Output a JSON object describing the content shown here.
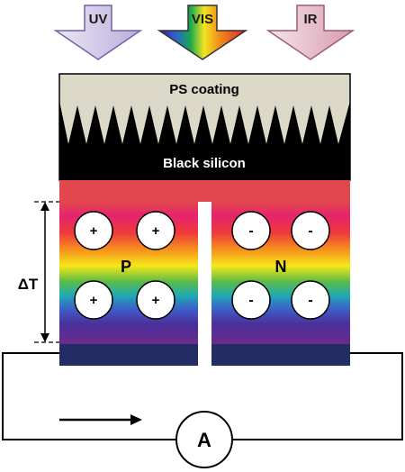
{
  "arrows": [
    {
      "label": "UV",
      "fill": "#c9bedf"
    },
    {
      "label": "VIS",
      "fill": "spectrum"
    },
    {
      "label": "IR",
      "fill": "#e2b8c6"
    }
  ],
  "layers": {
    "coating_label": "PS coating",
    "silicon_label": "Black silicon"
  },
  "legs": {
    "p_label": "P",
    "n_label": "N",
    "p_charges": [
      "+",
      "+",
      "+",
      "+"
    ],
    "n_charges": [
      "-",
      "-",
      "-",
      "-"
    ]
  },
  "delta_t_label": "ΔT",
  "ammeter_label": "A",
  "colors": {
    "coating": "#dcd9c9",
    "black_silicon": "#000000",
    "base_bar": "#232d63",
    "circuit_wire": "#000000"
  }
}
